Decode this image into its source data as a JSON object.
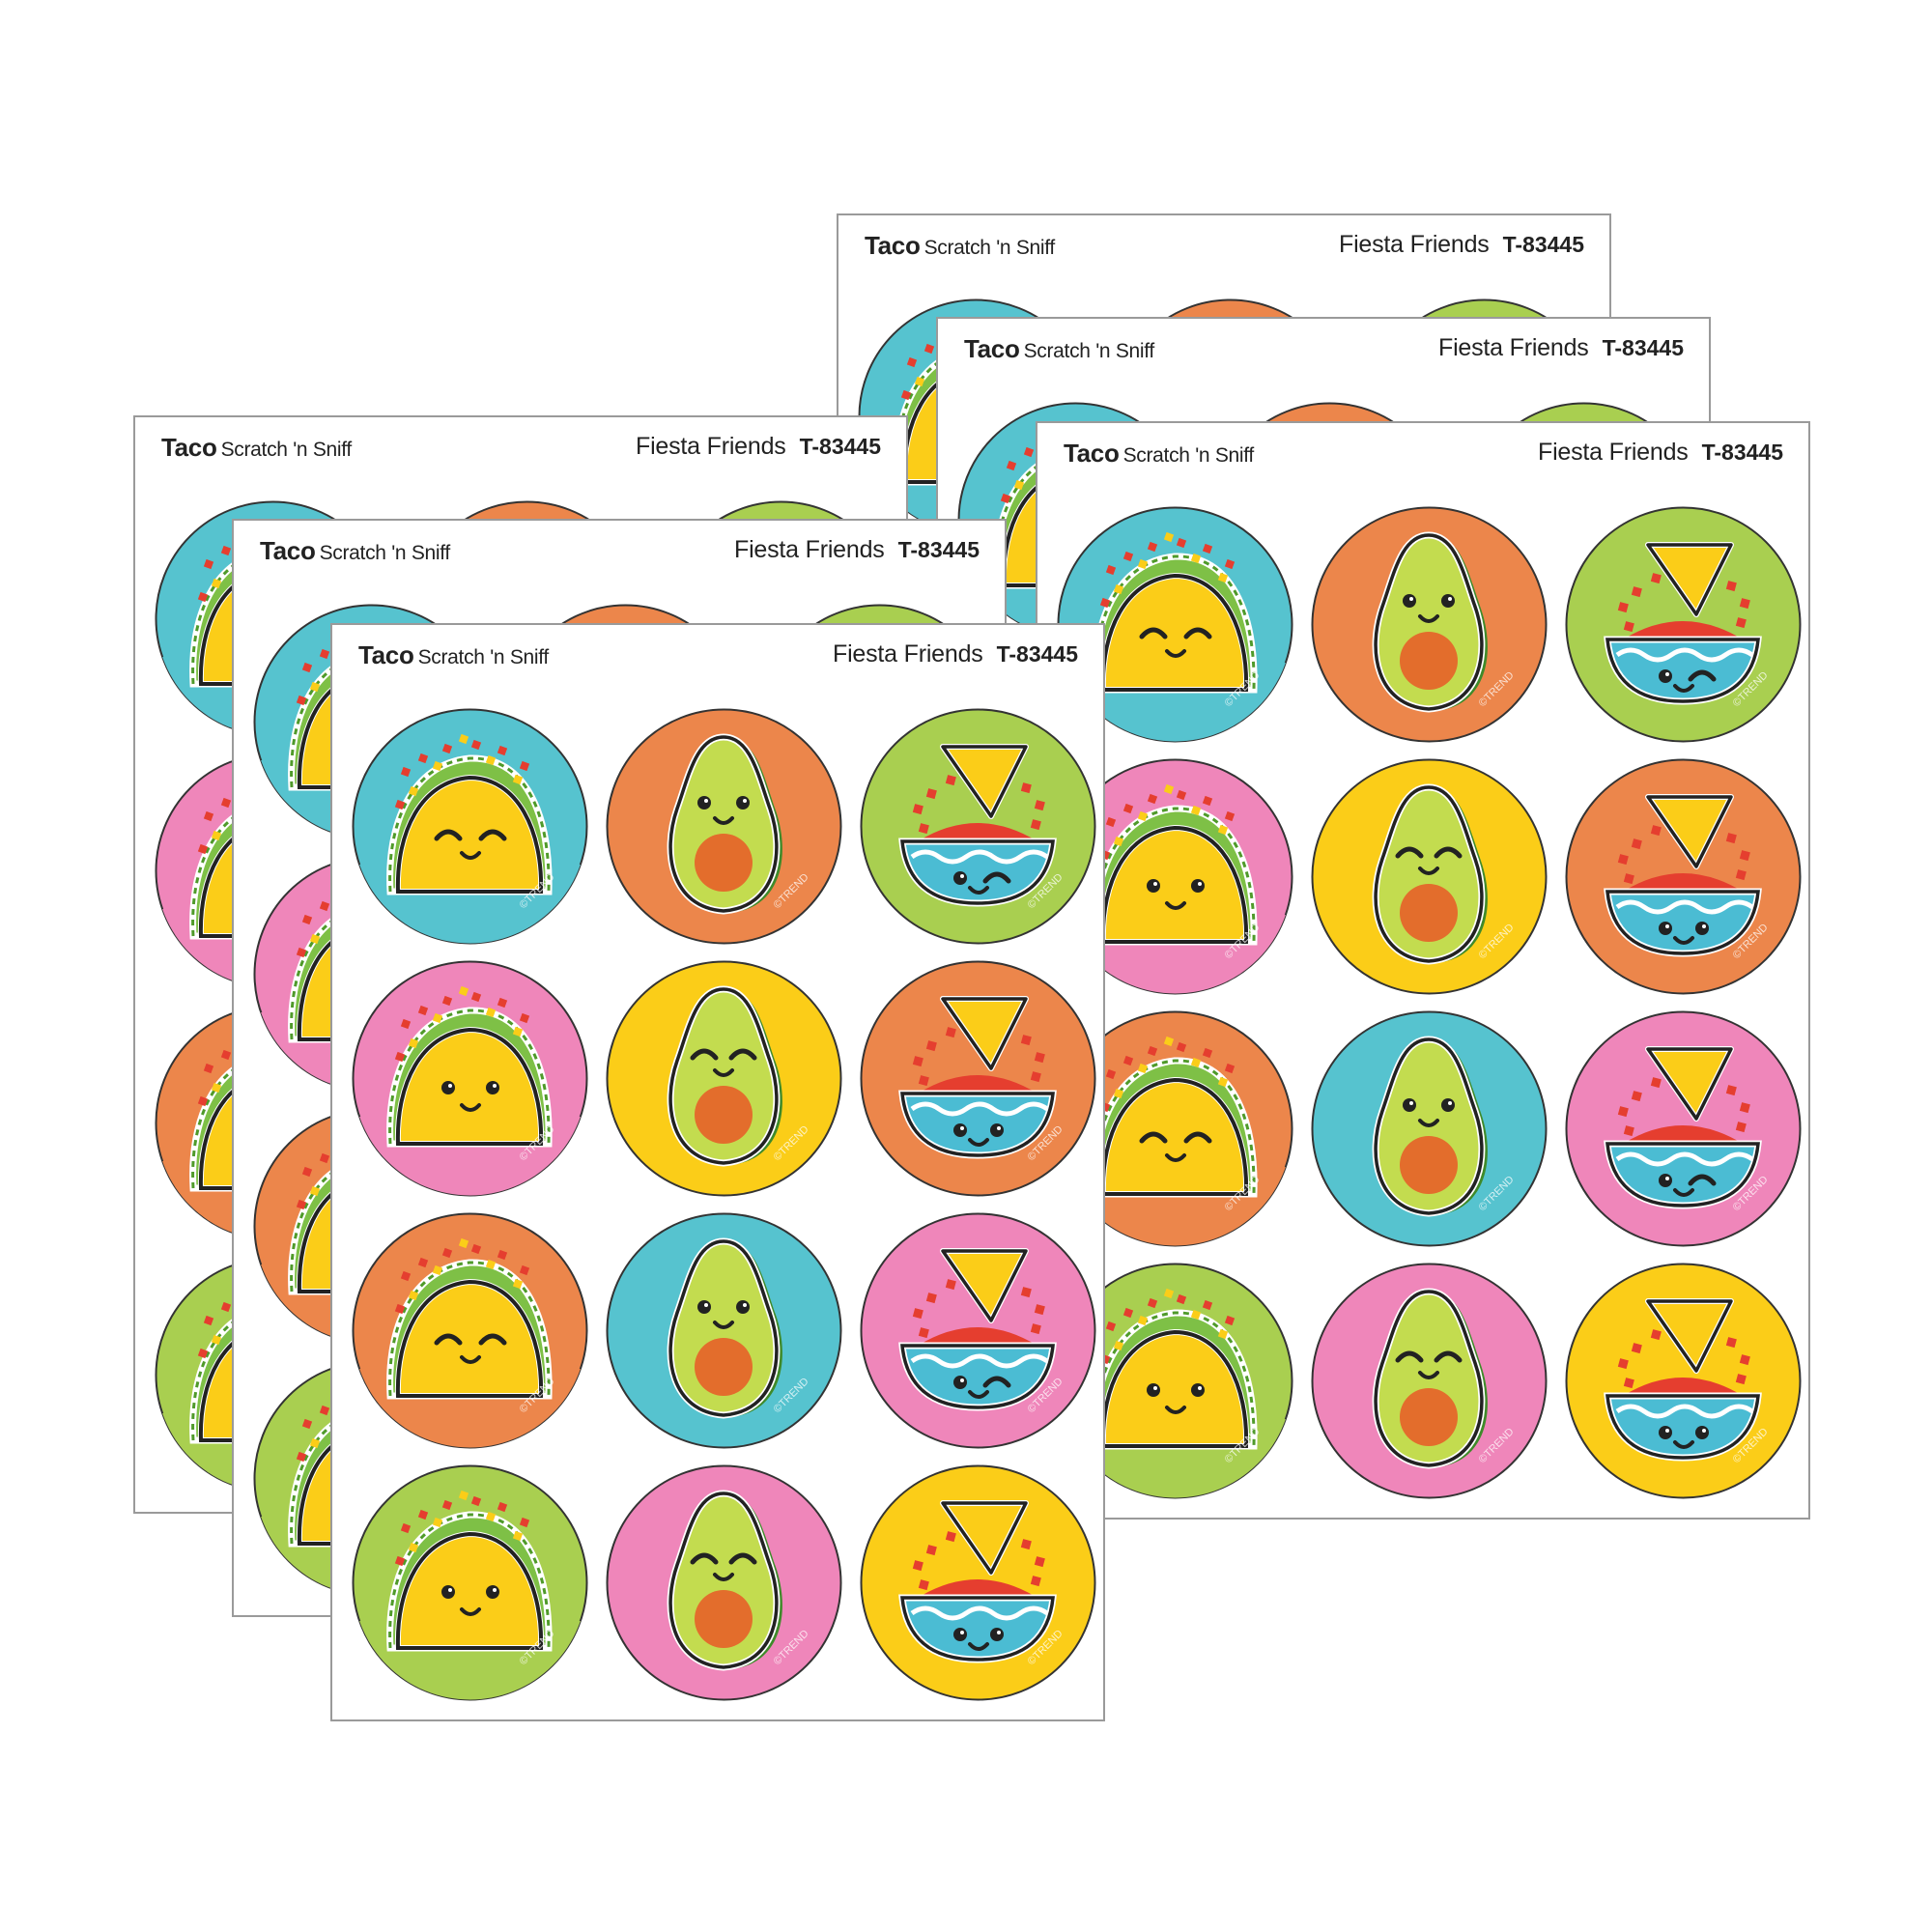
{
  "sheet_header": {
    "scent": "Taco",
    "type": "Scratch 'n Sniff",
    "series": "Fiesta Friends",
    "code": "T-83445"
  },
  "watermark": "©TREND",
  "colors": {
    "blue": "#56c3cf",
    "orange": "#ec864b",
    "green": "#a9cf50",
    "pink": "#ef86ba",
    "yellow": "#fbcd18",
    "taco_shell": "#fbcd18",
    "avocado": "#c3dc4f",
    "avocado_pit": "#e36d2c",
    "bowl": "#4bbcd3",
    "salsa": "#e53e2f",
    "chip": "#fbcd18"
  },
  "sheets": [
    {
      "id": "sheet-back-right",
      "stickers": [
        {
          "icon": "taco-icon",
          "bg": "blue",
          "face": "happy"
        },
        {
          "icon": "avocado-icon",
          "bg": "orange",
          "face": "smile"
        },
        {
          "icon": "salsa-bowl-icon",
          "bg": "green",
          "face": "wink"
        },
        {
          "icon": "taco-icon",
          "bg": "pink",
          "face": "smile"
        },
        {
          "icon": "avocado-icon",
          "bg": "yellow",
          "face": "happy"
        },
        {
          "icon": "salsa-bowl-icon",
          "bg": "orange",
          "face": "smile"
        },
        {
          "icon": "taco-icon",
          "bg": "orange",
          "face": "happy"
        },
        {
          "icon": "avocado-icon",
          "bg": "blue",
          "face": "smile"
        },
        {
          "icon": "salsa-bowl-icon",
          "bg": "pink",
          "face": "wink"
        },
        {
          "icon": "taco-icon",
          "bg": "green",
          "face": "smile"
        },
        {
          "icon": "avocado-icon",
          "bg": "pink",
          "face": "happy"
        },
        {
          "icon": "salsa-bowl-icon",
          "bg": "yellow",
          "face": "smile"
        }
      ]
    },
    {
      "id": "sheet-middle-right",
      "stickers": [
        {
          "icon": "taco-icon",
          "bg": "blue",
          "face": "happy"
        },
        {
          "icon": "avocado-icon",
          "bg": "orange",
          "face": "smile"
        },
        {
          "icon": "salsa-bowl-icon",
          "bg": "green",
          "face": "wink"
        },
        {
          "icon": "taco-icon",
          "bg": "pink",
          "face": "smile"
        },
        {
          "icon": "avocado-icon",
          "bg": "yellow",
          "face": "happy"
        },
        {
          "icon": "salsa-bowl-icon",
          "bg": "orange",
          "face": "smile"
        },
        {
          "icon": "taco-icon",
          "bg": "orange",
          "face": "happy"
        },
        {
          "icon": "avocado-icon",
          "bg": "blue",
          "face": "smile"
        },
        {
          "icon": "salsa-bowl-icon",
          "bg": "pink",
          "face": "wink"
        },
        {
          "icon": "taco-icon",
          "bg": "green",
          "face": "smile"
        },
        {
          "icon": "avocado-icon",
          "bg": "pink",
          "face": "happy"
        },
        {
          "icon": "salsa-bowl-icon",
          "bg": "yellow",
          "face": "smile"
        }
      ]
    },
    {
      "id": "sheet-front-right",
      "stickers": [
        {
          "icon": "taco-icon",
          "bg": "blue",
          "face": "happy"
        },
        {
          "icon": "avocado-icon",
          "bg": "orange",
          "face": "smile"
        },
        {
          "icon": "salsa-bowl-icon",
          "bg": "green",
          "face": "wink"
        },
        {
          "icon": "taco-icon",
          "bg": "pink",
          "face": "smile"
        },
        {
          "icon": "avocado-icon",
          "bg": "yellow",
          "face": "happy"
        },
        {
          "icon": "salsa-bowl-icon",
          "bg": "orange",
          "face": "smile"
        },
        {
          "icon": "taco-icon",
          "bg": "orange",
          "face": "happy"
        },
        {
          "icon": "avocado-icon",
          "bg": "blue",
          "face": "smile"
        },
        {
          "icon": "salsa-bowl-icon",
          "bg": "pink",
          "face": "wink"
        },
        {
          "icon": "taco-icon",
          "bg": "green",
          "face": "smile"
        },
        {
          "icon": "avocado-icon",
          "bg": "pink",
          "face": "happy"
        },
        {
          "icon": "salsa-bowl-icon",
          "bg": "yellow",
          "face": "smile"
        }
      ]
    },
    {
      "id": "sheet-back-left",
      "stickers": [
        {
          "icon": "taco-icon",
          "bg": "blue",
          "face": "happy"
        },
        {
          "icon": "avocado-icon",
          "bg": "orange",
          "face": "smile"
        },
        {
          "icon": "salsa-bowl-icon",
          "bg": "green",
          "face": "wink"
        },
        {
          "icon": "taco-icon",
          "bg": "pink",
          "face": "smile"
        },
        {
          "icon": "avocado-icon",
          "bg": "yellow",
          "face": "happy"
        },
        {
          "icon": "salsa-bowl-icon",
          "bg": "orange",
          "face": "smile"
        },
        {
          "icon": "taco-icon",
          "bg": "orange",
          "face": "happy"
        },
        {
          "icon": "avocado-icon",
          "bg": "blue",
          "face": "smile"
        },
        {
          "icon": "salsa-bowl-icon",
          "bg": "pink",
          "face": "wink"
        },
        {
          "icon": "taco-icon",
          "bg": "green",
          "face": "smile"
        },
        {
          "icon": "avocado-icon",
          "bg": "pink",
          "face": "happy"
        },
        {
          "icon": "salsa-bowl-icon",
          "bg": "yellow",
          "face": "smile"
        }
      ]
    },
    {
      "id": "sheet-middle-left",
      "stickers": [
        {
          "icon": "taco-icon",
          "bg": "blue",
          "face": "happy"
        },
        {
          "icon": "avocado-icon",
          "bg": "orange",
          "face": "smile"
        },
        {
          "icon": "salsa-bowl-icon",
          "bg": "green",
          "face": "wink"
        },
        {
          "icon": "taco-icon",
          "bg": "pink",
          "face": "smile"
        },
        {
          "icon": "avocado-icon",
          "bg": "yellow",
          "face": "happy"
        },
        {
          "icon": "salsa-bowl-icon",
          "bg": "orange",
          "face": "smile"
        },
        {
          "icon": "taco-icon",
          "bg": "orange",
          "face": "happy"
        },
        {
          "icon": "avocado-icon",
          "bg": "blue",
          "face": "smile"
        },
        {
          "icon": "salsa-bowl-icon",
          "bg": "pink",
          "face": "wink"
        },
        {
          "icon": "taco-icon",
          "bg": "green",
          "face": "smile"
        },
        {
          "icon": "avocado-icon",
          "bg": "pink",
          "face": "happy"
        },
        {
          "icon": "salsa-bowl-icon",
          "bg": "yellow",
          "face": "smile"
        }
      ]
    },
    {
      "id": "sheet-front-left",
      "stickers": [
        {
          "icon": "taco-icon",
          "bg": "blue",
          "face": "happy"
        },
        {
          "icon": "avocado-icon",
          "bg": "orange",
          "face": "smile"
        },
        {
          "icon": "salsa-bowl-icon",
          "bg": "green",
          "face": "wink"
        },
        {
          "icon": "taco-icon",
          "bg": "pink",
          "face": "smile"
        },
        {
          "icon": "avocado-icon",
          "bg": "yellow",
          "face": "happy"
        },
        {
          "icon": "salsa-bowl-icon",
          "bg": "orange",
          "face": "smile"
        },
        {
          "icon": "taco-icon",
          "bg": "orange",
          "face": "happy"
        },
        {
          "icon": "avocado-icon",
          "bg": "blue",
          "face": "smile"
        },
        {
          "icon": "salsa-bowl-icon",
          "bg": "pink",
          "face": "wink"
        },
        {
          "icon": "taco-icon",
          "bg": "green",
          "face": "smile"
        },
        {
          "icon": "avocado-icon",
          "bg": "pink",
          "face": "happy"
        },
        {
          "icon": "salsa-bowl-icon",
          "bg": "yellow",
          "face": "smile"
        }
      ]
    }
  ]
}
